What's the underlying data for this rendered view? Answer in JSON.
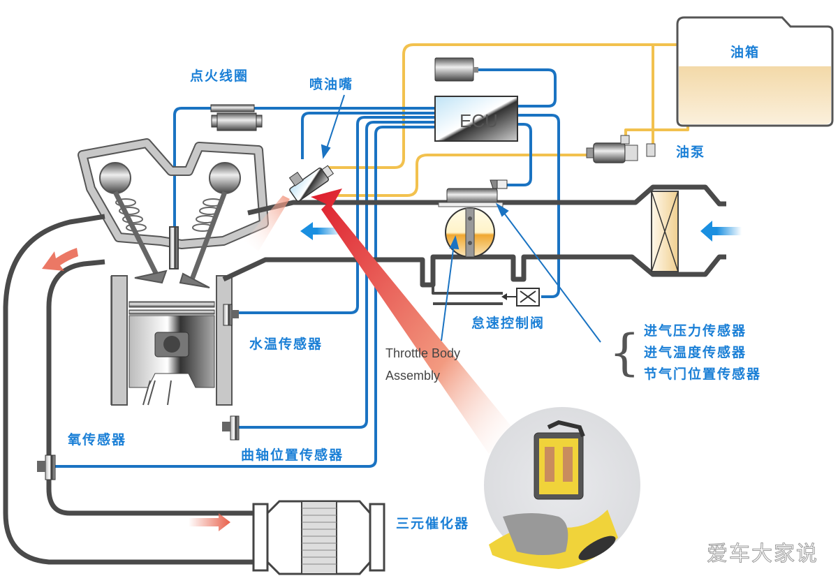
{
  "title": "发动机电控燃油喷射系统示意图",
  "labels": {
    "ignition_coil": "点火线圈",
    "injector": "喷油嘴",
    "fuel_tank": "油箱",
    "fuel_pump": "油泵",
    "ecu": "ECU",
    "idle_valve": "怠速控制阀",
    "throttle_body_line1": "Throttle Body",
    "throttle_body_line2": "Assembly",
    "coolant_sensor": "水温传感器",
    "oxygen_sensor": "氧传感器",
    "crank_sensor": "曲轴位置传感器",
    "catalytic_converter": "三元催化器",
    "intake_sensors": [
      "进气压力传感器",
      "进气温度传感器",
      "节气门位置传感器"
    ]
  },
  "watermark": "爱车大家说",
  "colors": {
    "wire_signal": "#1a73c2",
    "fuel_line": "#f2c14e",
    "pipe": "#4a4a4a",
    "label_blue": "#1a7fd6",
    "exhaust_arrow": "#e8604a",
    "intake_arrow": "#1a8fe0",
    "fuel": "#f5dcb0"
  }
}
